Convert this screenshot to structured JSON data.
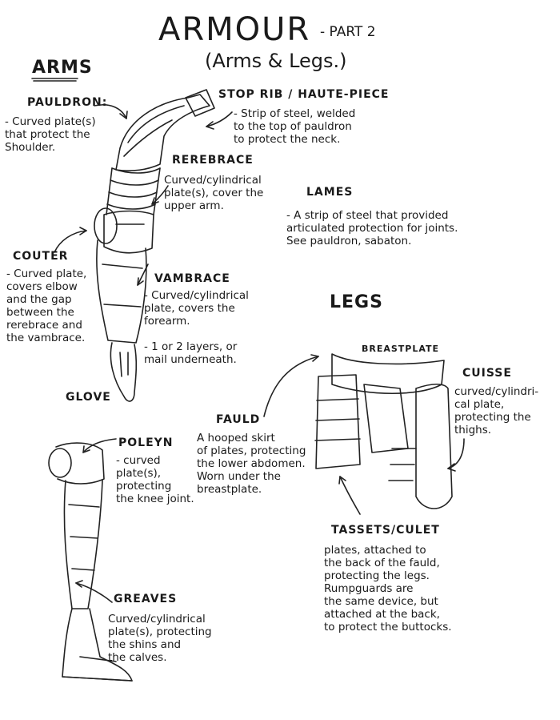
{
  "title": "ARMOUR",
  "part": "- PART 2",
  "subtitle": "(Arms & Legs.)",
  "sections": {
    "arms": "ARMS",
    "legs": "LEGS"
  },
  "labels": {
    "pauldron": {
      "name": "PAULDRON:",
      "desc": "- Curved plate(s)\nthat protect the\nShoulder."
    },
    "stop_rib": {
      "name": "STOP RIB / HAUTE-PIECE",
      "desc": "- Strip of steel, welded\nto the top of pauldron\nto protect the neck."
    },
    "rerebrace": {
      "name": "REREBRACE",
      "desc": "Curved/cylindrical\nplate(s), cover the\nupper arm."
    },
    "lames": {
      "name": "LAMES",
      "desc": "- A strip of steel that provided\narticulated protection for joints.\nSee pauldron, sabaton."
    },
    "couter": {
      "name": "COUTER",
      "desc": "- Curved plate,\ncovers elbow\nand the gap\nbetween the\nrerebrace and\nthe vambrace."
    },
    "vambrace": {
      "name": "VAMBRACE",
      "desc": "- Curved/cylindrical\nplate, covers the\nforearm.\n\n- 1 or 2 layers, or\nmail underneath."
    },
    "glove": {
      "name": "GLOVE"
    },
    "breastplate": {
      "name": "BREASTPLATE"
    },
    "cuisse": {
      "name": "CUISSE",
      "desc": "curved/cylindri-\ncal plate,\nprotecting the\nthighs."
    },
    "fauld": {
      "name": "FAULD",
      "desc": "A hooped skirt\nof plates, protecting\nthe lower abdomen.\nWorn under the\nbreastplate."
    },
    "poleyn": {
      "name": "POLEYN",
      "desc": "- curved\nplate(s),\nprotecting\nthe knee joint."
    },
    "tassets": {
      "name": "TASSETS/CULET",
      "desc": "plates, attached to\nthe back of the fauld,\nprotecting the legs.\nRumpguards are\nthe same device, but\nattached at the back,\nto protect the buttocks."
    },
    "greaves": {
      "name": "GREAVES",
      "desc": "Curved/cylindrical\nplate(s), protecting\nthe shins and\nthe calves."
    }
  }
}
